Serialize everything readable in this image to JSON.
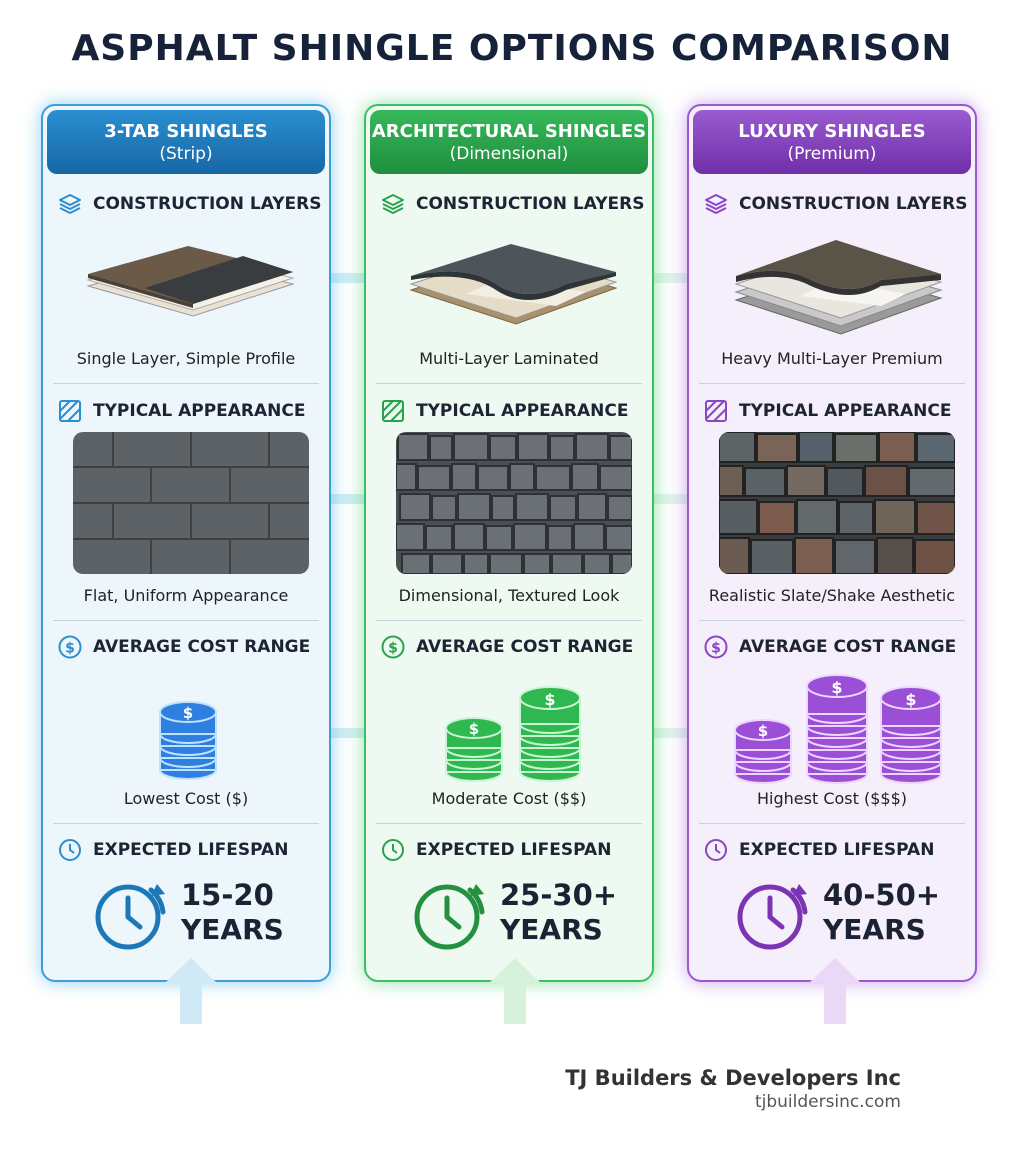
{
  "title": "ASPHALT SHINGLE OPTIONS COMPARISON",
  "columns": [
    {
      "name": "3-TAB SHINGLES",
      "subtitle": "(Strip)",
      "construction_heading": "CONSTRUCTION LAYERS",
      "construction_caption": "Single Layer, Simple Profile",
      "appearance_heading": "TYPICAL APPEARANCE",
      "appearance_caption": "Flat, Uniform Appearance",
      "cost_heading": "AVERAGE COST RANGE",
      "cost_caption": "Lowest Cost ($)",
      "lifespan_heading": "EXPECTED LIFESPAN",
      "lifespan_value": "15-20",
      "lifespan_unit": "YEARS",
      "accent": "#2a8fd0"
    },
    {
      "name": "ARCHITECTURAL SHINGLES",
      "subtitle": "(Dimensional)",
      "construction_heading": "CONSTRUCTION LAYERS",
      "construction_caption": "Multi-Layer Laminated",
      "appearance_heading": "TYPICAL APPEARANCE",
      "appearance_caption": "Dimensional, Textured Look",
      "cost_heading": "AVERAGE COST RANGE",
      "cost_caption": "Moderate Cost ($$)",
      "lifespan_heading": "EXPECTED LIFESPAN",
      "lifespan_value": "25-30+",
      "lifespan_unit": "YEARS",
      "accent": "#36b85a"
    },
    {
      "name": "LUXURY SHINGLES",
      "subtitle": "(Premium)",
      "construction_heading": "CONSTRUCTION LAYERS",
      "construction_caption": "Heavy Multi-Layer Premium",
      "appearance_heading": "TYPICAL APPEARANCE",
      "appearance_caption": "Realistic Slate/Shake Aesthetic",
      "cost_heading": "AVERAGE COST RANGE",
      "cost_caption": "Highest Cost ($$$)",
      "lifespan_heading": "EXPECTED LIFESPAN",
      "lifespan_value": "40-50+",
      "lifespan_unit": "YEARS",
      "accent": "#9a5ad0"
    }
  ],
  "footer": {
    "company": "TJ Builders & Developers Inc",
    "website": "tjbuildersinc.com"
  }
}
